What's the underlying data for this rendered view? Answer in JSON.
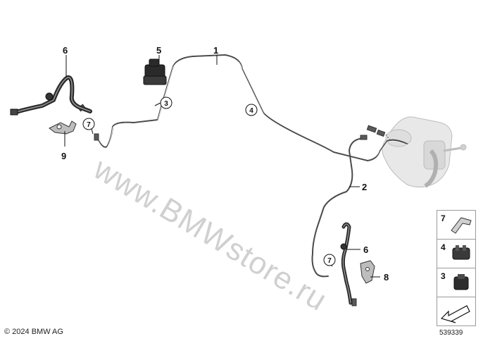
{
  "callouts": {
    "c1": "1",
    "c2": "2",
    "c3": "3",
    "c4": "4",
    "c5": "5",
    "c6a": "6",
    "c6b": "6",
    "c7a": "7",
    "c7b": "7",
    "c8": "8",
    "c9": "9"
  },
  "legend": {
    "items": [
      "7",
      "4",
      "3"
    ]
  },
  "watermark": "www.BMWstore.ru",
  "copyright": "© 2024 BMW AG",
  "diagram_id": "539339",
  "colors": {
    "line": "#4a4a4a",
    "part": "#2a2a2a",
    "ghost": "#c8c8c8",
    "watermark": "#aaaaaa"
  }
}
